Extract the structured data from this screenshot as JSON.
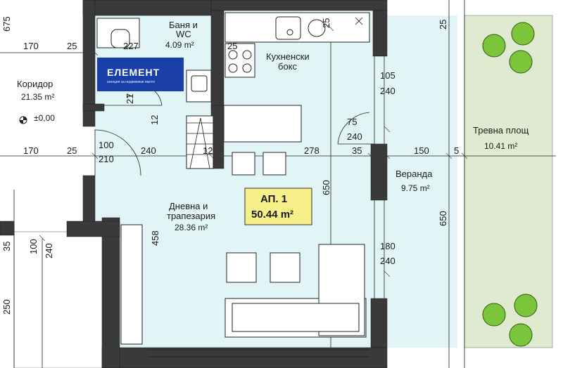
{
  "logo": {
    "name": "ЕЛЕМЕНТ",
    "tagline": "агенция за недвижими имоти"
  },
  "apartment": {
    "title": "АП. 1",
    "area": "50.44 m²"
  },
  "rooms": {
    "bathroom": {
      "name_line1": "Баня и",
      "name_line2": "WC",
      "area": "4.09 m²"
    },
    "kitchen": {
      "name_line1": "Кухненски",
      "name_line2": "бокс"
    },
    "corridor": {
      "name": "Коридор",
      "area": "21.35 m²",
      "level": "±0,00"
    },
    "living": {
      "name_line1": "Дневна и",
      "name_line2": "трапезария",
      "area": "28.36 m²"
    },
    "veranda": {
      "name": "Веранда",
      "area": "9.75 m²"
    },
    "lawn": {
      "name": "Тревна площ",
      "area": "10.41 m²"
    }
  },
  "dimensions": {
    "d675": "675",
    "d170a": "170",
    "d25a": "25",
    "d227": "227",
    "d25b": "25",
    "d25c": "25",
    "d25d": "25",
    "d105": "105",
    "d240a": "240",
    "d75": "75",
    "d240b": "240",
    "d7": "7",
    "d21": "21",
    "d12a": "12",
    "d170b": "170",
    "d25e": "25",
    "d100a": "100",
    "d210": "210",
    "d240c": "240",
    "d12b": "12",
    "d278": "278",
    "d35a": "35",
    "d150": "150",
    "d5": "5",
    "d650a": "650",
    "d650b": "650",
    "d458": "458",
    "d180": "180",
    "d240d": "240",
    "d35b": "35",
    "d100b": "100",
    "d240e": "240",
    "d250": "250"
  },
  "colors": {
    "interior": "#e2f5f6",
    "lawn": "#dfead0",
    "wall": "#3a3a3a",
    "label_bg": "#f7f08a",
    "logo": "#1b3fa8",
    "tree": "#7bc53a"
  }
}
